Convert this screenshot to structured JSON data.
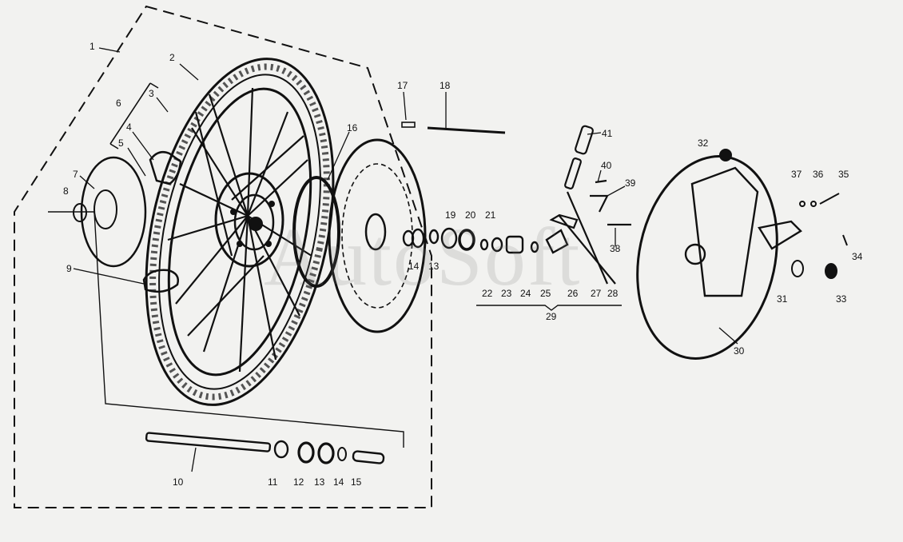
{
  "watermark": "AutoSoft",
  "colors": {
    "ink": "#111111",
    "paper": "#f2f2f0"
  },
  "callouts": [
    {
      "id": "1",
      "label": "1"
    },
    {
      "id": "2",
      "label": "2"
    },
    {
      "id": "3",
      "label": "3"
    },
    {
      "id": "4",
      "label": "4"
    },
    {
      "id": "5",
      "label": "5"
    },
    {
      "id": "6",
      "label": "6"
    },
    {
      "id": "7",
      "label": "7"
    },
    {
      "id": "8",
      "label": "8"
    },
    {
      "id": "9",
      "label": "9"
    },
    {
      "id": "10",
      "label": "10"
    },
    {
      "id": "11",
      "label": "11"
    },
    {
      "id": "12",
      "label": "12"
    },
    {
      "id": "13",
      "label": "13"
    },
    {
      "id": "13b",
      "label": "13"
    },
    {
      "id": "14",
      "label": "14"
    },
    {
      "id": "14b",
      "label": "14"
    },
    {
      "id": "15",
      "label": "15"
    },
    {
      "id": "16",
      "label": "16"
    },
    {
      "id": "17",
      "label": "17"
    },
    {
      "id": "18",
      "label": "18"
    },
    {
      "id": "19",
      "label": "19"
    },
    {
      "id": "20",
      "label": "20"
    },
    {
      "id": "21",
      "label": "21"
    },
    {
      "id": "22",
      "label": "22"
    },
    {
      "id": "23",
      "label": "23"
    },
    {
      "id": "24",
      "label": "24"
    },
    {
      "id": "25",
      "label": "25"
    },
    {
      "id": "26",
      "label": "26"
    },
    {
      "id": "27",
      "label": "27"
    },
    {
      "id": "28",
      "label": "28"
    },
    {
      "id": "29",
      "label": "29"
    },
    {
      "id": "30",
      "label": "30"
    },
    {
      "id": "31",
      "label": "31"
    },
    {
      "id": "32",
      "label": "32"
    },
    {
      "id": "33",
      "label": "33"
    },
    {
      "id": "34",
      "label": "34"
    },
    {
      "id": "35",
      "label": "35"
    },
    {
      "id": "36",
      "label": "36"
    },
    {
      "id": "37",
      "label": "37"
    },
    {
      "id": "38",
      "label": "38"
    },
    {
      "id": "39",
      "label": "39"
    },
    {
      "id": "40",
      "label": "40"
    },
    {
      "id": "41",
      "label": "41"
    }
  ]
}
